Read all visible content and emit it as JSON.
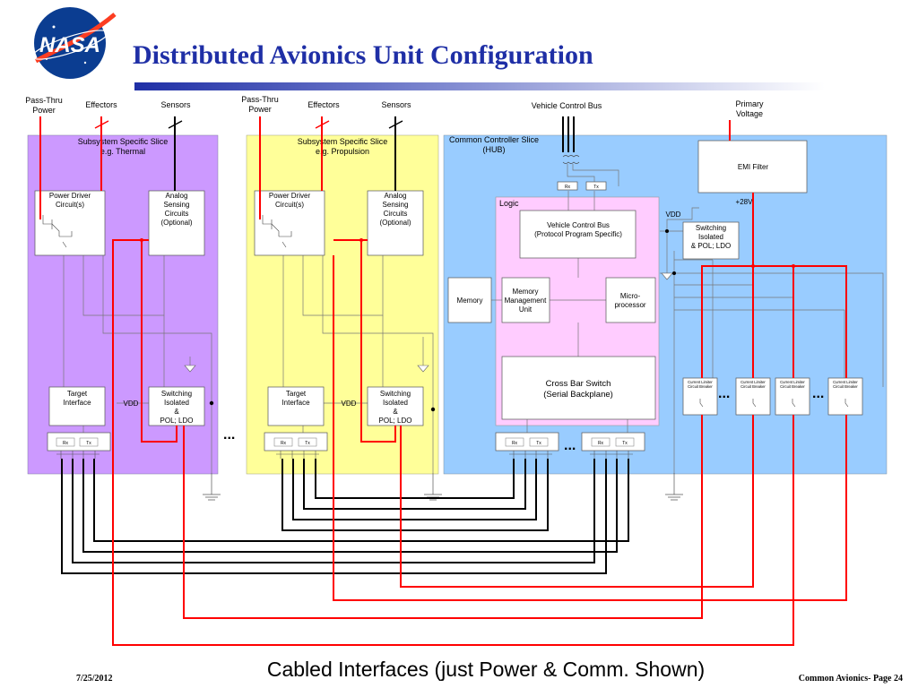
{
  "slide": {
    "title": "Distributed Avionics Unit Configuration",
    "logo_text": "NASA",
    "date": "7/25/2012",
    "caption": "Cabled Interfaces (just Power & Comm. Shown)",
    "page": "Common Avionics- Page 24"
  },
  "colors": {
    "title": "#1f2fa6",
    "thermal_slice": "#cc99ff",
    "propulsion_slice": "#ffff99",
    "controller": "#99ccff",
    "logic": "#ffccff",
    "power_wire": "#ff0000",
    "comm_wire": "#000000"
  },
  "inputs": {
    "pass_thru_power_l1": "Pass-Thru",
    "pass_thru_power_l2": "Power",
    "effectors": "Effectors",
    "sensors": "Sensors",
    "vehicle_control_bus": "Vehicle Control Bus",
    "primary_voltage_l1": "Primary",
    "primary_voltage_l2": "Voltage"
  },
  "thermal": {
    "title_l1": "Subsystem Specific Slice",
    "title_l2": "e.g. Thermal",
    "power_driver_l1": "Power Driver",
    "power_driver_l2": "Circuit(s)",
    "analog_l1": "Analog",
    "analog_l2": "Sensing",
    "analog_l3": "Circuits",
    "analog_l4": "(Optional)",
    "target_l1": "Target",
    "target_l2": "Interface",
    "vdd": "VDD",
    "switching_l1": "Switching",
    "switching_l2": "Isolated",
    "switching_l3": "&",
    "switching_l4": "POL; LDO",
    "rx": "Rx",
    "tx": "Tx"
  },
  "propulsion": {
    "title_l1": "Subsystem Specific Slice",
    "title_l2": "e.g. Propulsion",
    "power_driver_l1": "Power Driver",
    "power_driver_l2": "Circuit(s)",
    "analog_l1": "Analog",
    "analog_l2": "Sensing",
    "analog_l3": "Circuits",
    "analog_l4": "(Optional)",
    "target_l1": "Target",
    "target_l2": "Interface",
    "vdd": "VDD",
    "switching_l1": "Switching",
    "switching_l2": "Isolated",
    "switching_l3": "&",
    "switching_l4": "POL; LDO",
    "rx": "Rx",
    "tx": "Tx"
  },
  "controller": {
    "title_l1": "Common Controller Slice",
    "title_l2": "(HUB)",
    "rx": "Rx",
    "tx": "Tx",
    "emi_filter": "EMI Filter",
    "plus28v": "+28V",
    "vdd": "VDD",
    "logic": "Logic",
    "vcb_l1": "Vehicle Control Bus",
    "vcb_l2": "(Protocol Program Specific)",
    "switching_l1": "Switching",
    "switching_l2": "Isolated",
    "switching_l3": "& POL; LDO",
    "memory": "Memory",
    "mmu_l1": "Memory",
    "mmu_l2": "Management",
    "mmu_l3": "Unit",
    "micro_l1": "Micro-",
    "micro_l2": "processor",
    "crossbar_l1": "Cross Bar Switch",
    "crossbar_l2": "(Serial Backplane)",
    "breaker_l1": "Current Limiter",
    "breaker_l2": "Circuit Breaker",
    "ellipsis": "..."
  },
  "between_slices": {
    "ellipsis": "..."
  }
}
